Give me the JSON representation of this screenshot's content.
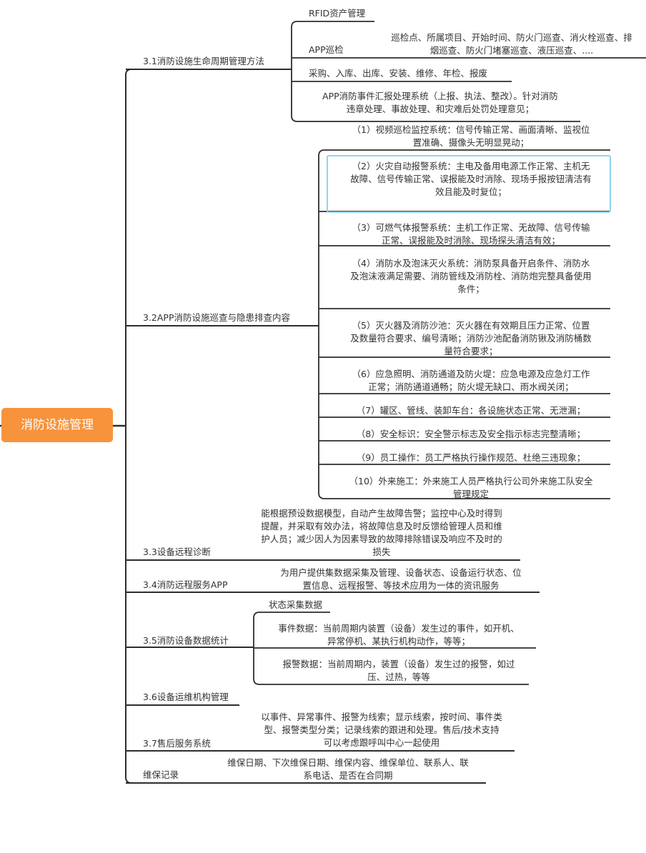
{
  "root": "消防设施管理",
  "branches": {
    "b31": {
      "label": "3.1消防设施生命周期管理方法",
      "rfid": "RFID资产管理",
      "app_label": "APP巡检",
      "app_text": [
        "巡检点、所属项目、开始时间、防火门巡查、消火栓巡查、排",
        "烟巡查、防火门堵塞巡查、液压巡查、...."
      ],
      "procure": "采购、入库、出库、安装、维修、年检、报废",
      "report": [
        "APP消防事件汇报处理系统（上报、执法、整改）。针对消防",
        "违章处理、事故处理、和灾难后处罚处理意见；"
      ]
    },
    "b32": {
      "label": "3.2APP消防设施巡查与隐患排查内容",
      "items": [
        [
          "（1）视频巡检监控系统：信号传输正常、画面清晰、监视位",
          "置准确、摄像头无明显晃动；"
        ],
        [
          "（2）火灾自动报警系统：主电及备用电源工作正常、主机无",
          "故障、信号传输正常、误报能及时消除、现场手报按钮清洁有",
          "效且能及时复位；"
        ],
        [
          "（3）可燃气体报警系统：主机工作正常、无故障、信号传输",
          "正常、误报能及时消除、现场探头清洁有效；"
        ],
        [
          "（4）消防水及泡沫灭火系统：消防泵具备开启条件、消防水",
          "及泡沫液满足需要、消防管线及消防栓、消防炮完整具备使用",
          "条件；"
        ],
        [
          "（5）灭火器及消防沙池：灭火器在有效期且压力正常、位置",
          "及数量符合要求、编号清晰；消防沙池配备消防锹及消防桶数",
          "量符合要求；"
        ],
        [
          "（6）应急照明、消防通道及防火堤：应急电源及应急灯工作",
          "正常；消防通道通畅；防火堤无缺口、雨水阀关闭；"
        ],
        [
          "（7）罐区、管线、装卸车台：各设施状态正常、无泄漏；"
        ],
        [
          "（8）安全标识：安全警示标志及安全指示标志完整清晰；"
        ],
        [
          "（9）员工操作：员工严格执行操作规范、杜绝三违现象；"
        ],
        [
          "（10）外来施工：外来施工人员严格执行公司外来施工队安全",
          "管理规定"
        ]
      ]
    },
    "b33": {
      "label": "3.3设备远程诊断",
      "text": [
        "能根据预设数据模型，自动产生故障告警；监控中心及时得到",
        "提醒，并采取有效办法，将故障信息及时反馈给管理人员和维",
        "护人员；减少因人为因素导致的故障排除错误及响应不及时的",
        "损失"
      ]
    },
    "b34": {
      "label": "3.4消防远程服务APP",
      "text": [
        "为用户提供集数据采集及管理、设备状态、设备运行状态、位",
        "置信息、远程报警、等技术应用为一体的资讯服务"
      ]
    },
    "b35": {
      "label": "3.5消防设备数据统计",
      "status": "状态采集数据",
      "event": [
        "事件数据：当前周期内装置（设备）发生过的事件，如开机、",
        "异常停机、某执行机构动作，等等；"
      ],
      "alarm": [
        "报警数据：当前周期内，装置（设备）发生过的报警，如过",
        "压、过热，等等"
      ]
    },
    "b36": {
      "label": "3.6设备运维机构管理"
    },
    "b37": {
      "label": "3.7售后服务系统",
      "text": [
        "以事件、异常事件、报警为线索；显示线索，按时间、事件类",
        "型、报警类型分类；记录线索的跟进和处理。售后/技术支持",
        "可以考虑跟呼叫中心一起使用"
      ]
    },
    "b38": {
      "label": "维保记录",
      "text": [
        "维保日期、下次维保日期、维保内容、维保单位、联系人、联",
        "系电话、是否在合同期"
      ]
    }
  },
  "colors": {
    "line": "#2d2d2d",
    "root": "#f7933b",
    "highlight": "#8fd4f2"
  }
}
